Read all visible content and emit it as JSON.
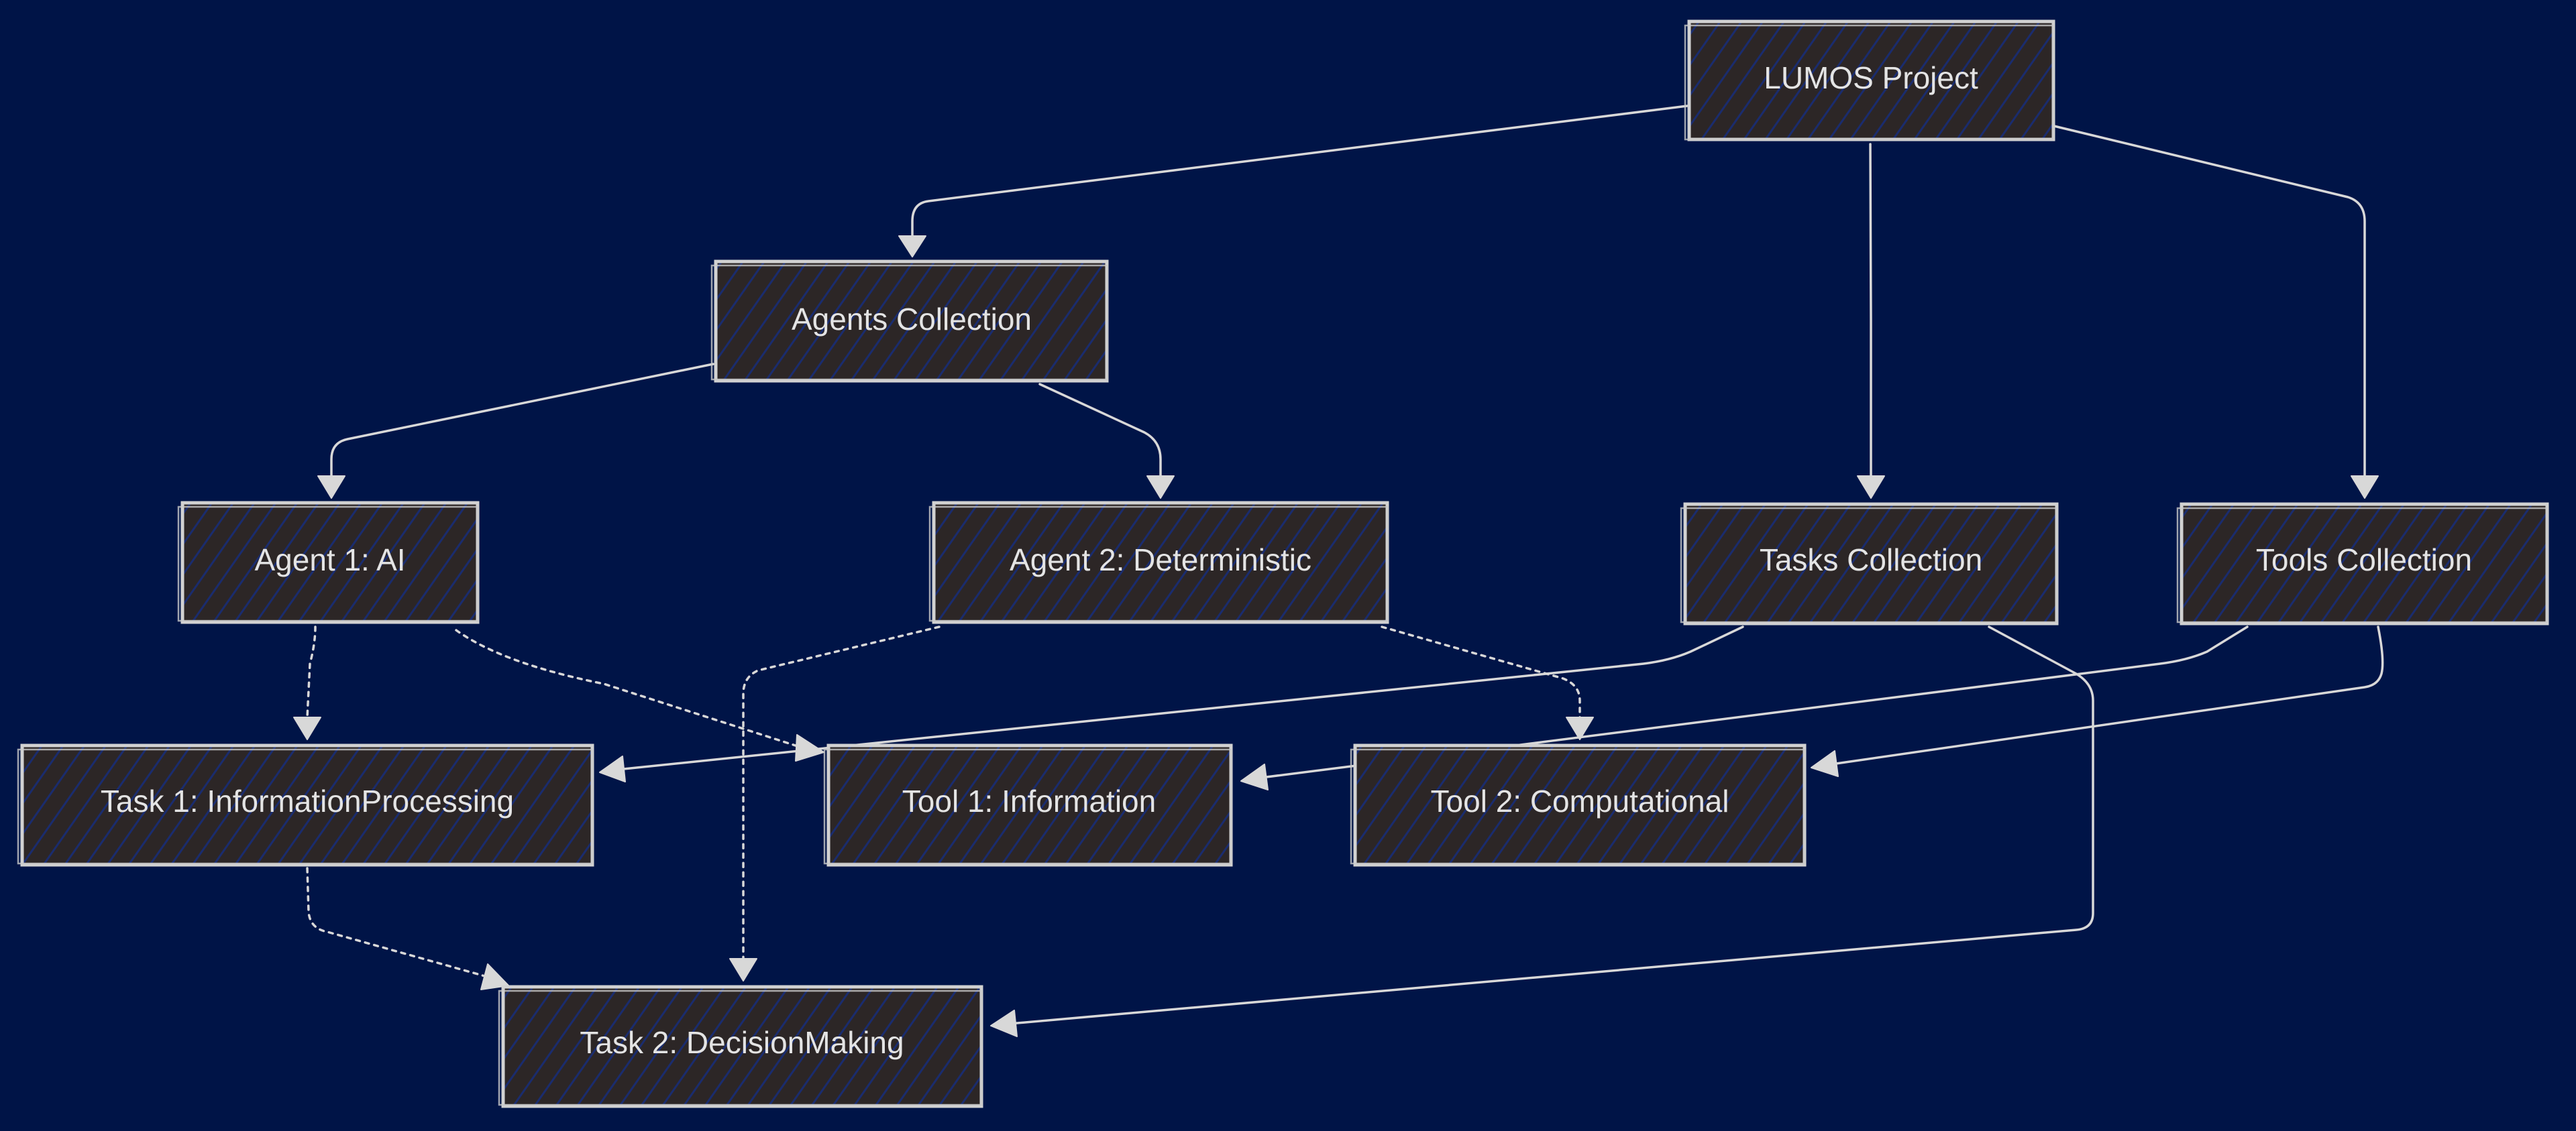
{
  "colors": {
    "background": "#001447",
    "node_fill": "#2c2626",
    "node_hatch": "#1a2c6e",
    "stroke": "#d8d8d8",
    "text": "#e4e4e4"
  },
  "nodes": {
    "lumos_project": "LUMOS Project",
    "agents_collection": "Agents Collection",
    "agent1": "Agent 1: AI",
    "agent2": "Agent 2: Deterministic",
    "tasks_collection": "Tasks Collection",
    "tools_collection": "Tools Collection",
    "task1": "Task 1: InformationProcessing",
    "tool1": "Tool 1: Information",
    "tool2": "Tool 2: Computational",
    "task2": "Task 2: DecisionMaking"
  },
  "edges": [
    {
      "from": "LUMOS Project",
      "to": "Agents Collection",
      "style": "solid"
    },
    {
      "from": "LUMOS Project",
      "to": "Tasks Collection",
      "style": "solid"
    },
    {
      "from": "LUMOS Project",
      "to": "Tools Collection",
      "style": "solid"
    },
    {
      "from": "Agents Collection",
      "to": "Agent 1: AI",
      "style": "solid"
    },
    {
      "from": "Agents Collection",
      "to": "Agent 2: Deterministic",
      "style": "solid"
    },
    {
      "from": "Agent 1: AI",
      "to": "Task 1: InformationProcessing",
      "style": "dotted"
    },
    {
      "from": "Agent 1: AI",
      "to": "Tool 1: Information",
      "style": "dotted"
    },
    {
      "from": "Agent 2: Deterministic",
      "to": "Task 2: DecisionMaking",
      "style": "dotted"
    },
    {
      "from": "Agent 2: Deterministic",
      "to": "Tool 2: Computational",
      "style": "dotted"
    },
    {
      "from": "Tasks Collection",
      "to": "Task 1: InformationProcessing",
      "style": "solid"
    },
    {
      "from": "Tasks Collection",
      "to": "Task 2: DecisionMaking",
      "style": "solid"
    },
    {
      "from": "Tools Collection",
      "to": "Tool 1: Information",
      "style": "solid"
    },
    {
      "from": "Tools Collection",
      "to": "Tool 2: Computational",
      "style": "solid"
    },
    {
      "from": "Task 1: InformationProcessing",
      "to": "Task 2: DecisionMaking",
      "style": "dotted"
    }
  ]
}
